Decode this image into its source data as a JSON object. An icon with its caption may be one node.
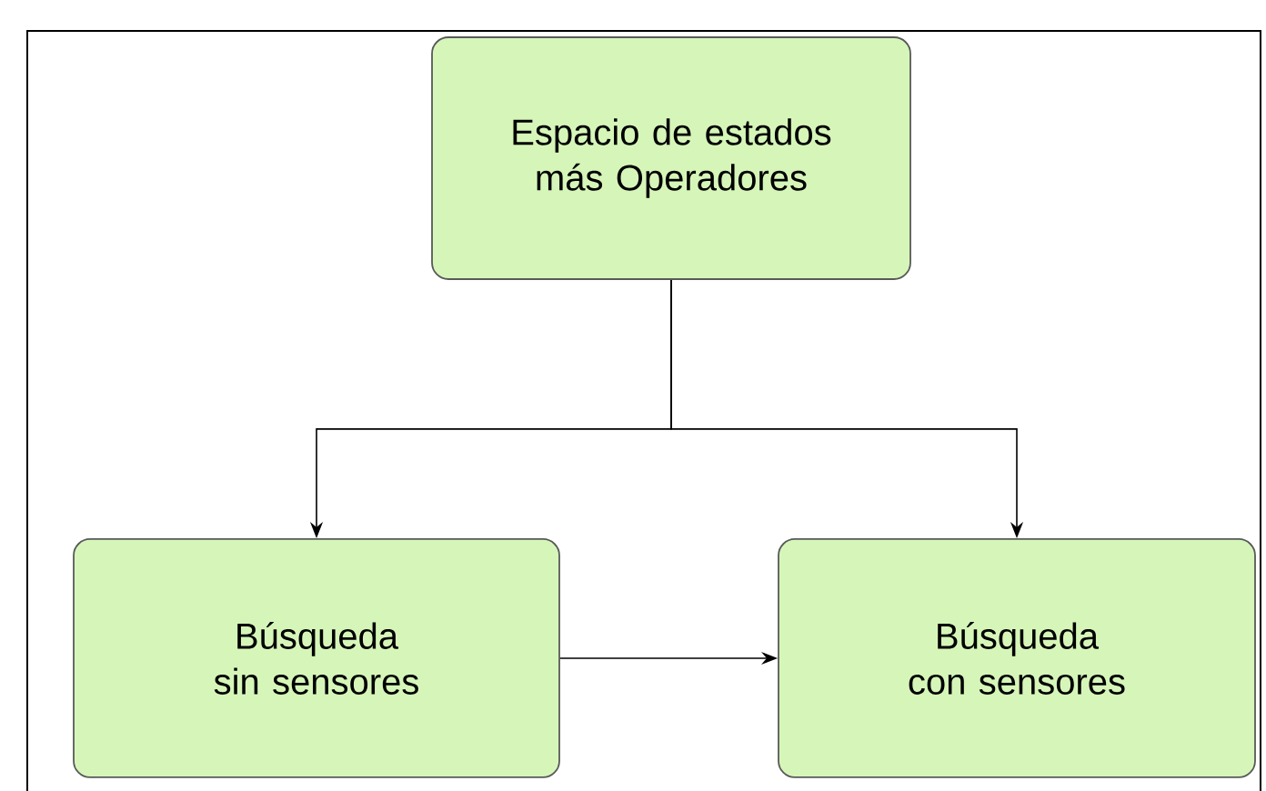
{
  "diagram": {
    "nodes": [
      {
        "text": [
          "Espacio de estados más Operadores"
        ]
      },
      {
        "text": [
          "Búsqueda sin sensores"
        ]
      },
      {
        "text": [
          "Búsqueda con sensores"
        ]
      }
    ],
    "edges": [
      {
        "from": 0,
        "to": 1,
        "arrow": "to"
      },
      {
        "from": 0,
        "to": 2,
        "arrow": "to"
      },
      {
        "from": 1,
        "to": 2,
        "arrow": "to"
      }
    ]
  }
}
